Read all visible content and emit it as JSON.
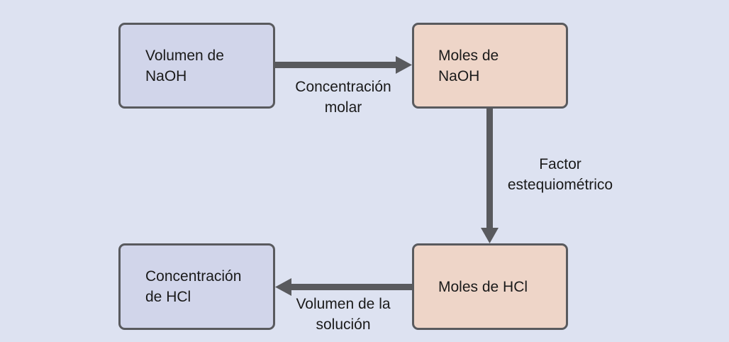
{
  "boxes": {
    "volume_naoh": "Volumen de\nNaOH",
    "moles_naoh": "Moles de\nNaOH",
    "moles_hcl": "Moles de HCl",
    "conc_hcl": "Concentración\nde HCl"
  },
  "arrows": {
    "molar_concentration": "Concentración\nmolar",
    "stoichiometric_factor": "Factor\nestequiométrico",
    "solution_volume": "Volumen de la\nsolución"
  },
  "colors": {
    "background": "#dde2f1",
    "box_lilac": "#d1d5ea",
    "box_peach": "#eed5c8",
    "stroke": "#595a5e"
  }
}
